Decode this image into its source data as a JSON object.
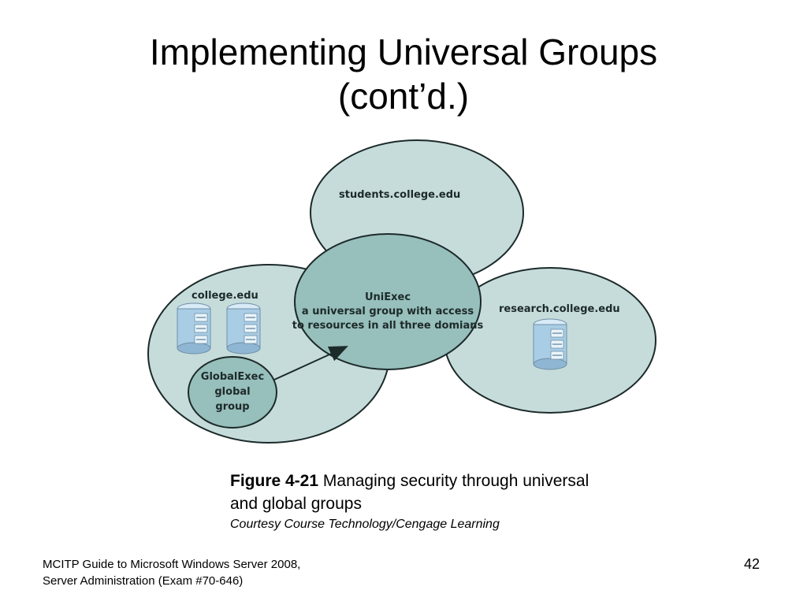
{
  "title": {
    "line1": "Implementing Universal Groups",
    "line2": "(cont’d.)"
  },
  "diagram": {
    "domains": [
      {
        "id": "students",
        "label": "students.college.edu"
      },
      {
        "id": "college",
        "label": "college.edu"
      },
      {
        "id": "research",
        "label": "research.college.edu"
      }
    ],
    "universal_group": {
      "lines": [
        "UniExec",
        "a universal group with access",
        "to resources in all three domians"
      ]
    },
    "global_group": {
      "lines": [
        "GlobalExec",
        "global",
        "group"
      ]
    },
    "colors": {
      "domain_fill": "#c6dcdb",
      "group_fill": "#97bfbb",
      "outline": "#1c2a2a",
      "server_body": "#aacde6",
      "server_face": "#d8ebf7"
    },
    "icons": [
      "server-icon",
      "server-icon",
      "server-icon",
      "arrow-connector"
    ]
  },
  "caption": {
    "figure_number": "Figure 4-21",
    "text": "Managing security through universal and global groups",
    "credit": "Courtesy Course Technology/Cengage Learning"
  },
  "footer": {
    "line1": "MCITP Guide to Microsoft Windows Server 2008,",
    "line2": "Server Administration (Exam #70-646)",
    "page_number": "42"
  }
}
